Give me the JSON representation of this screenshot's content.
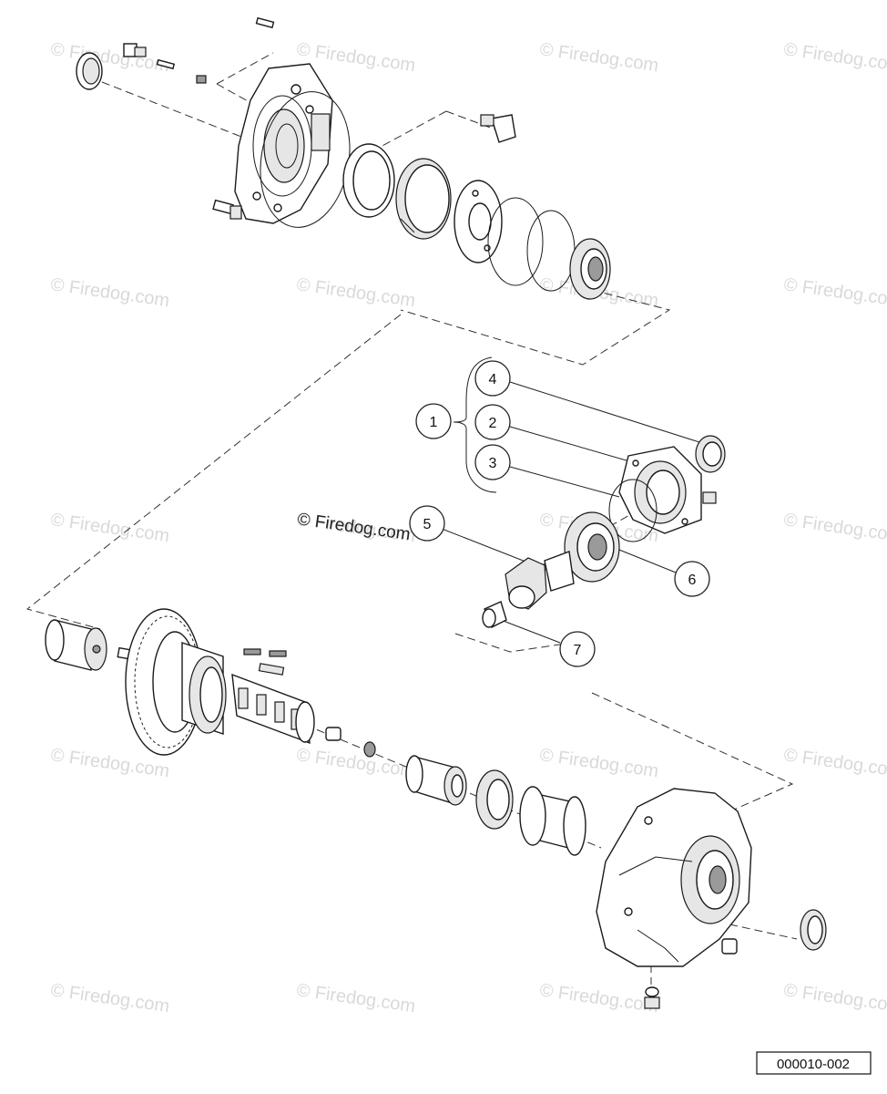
{
  "watermarks": {
    "text": "© Firedog.com",
    "color": "#d9d9d9",
    "repeated": [
      "© Firedog.com",
      "© Firedog.com",
      "© Firedog.com",
      "© Firedog.com",
      "© Firedog.com",
      "© Firedog.com",
      "© Firedog.com",
      "© Firedog.com",
      "© Firedog.com",
      "© Firedog.com",
      "© Firedog.com",
      "© Firedog.com",
      "© Firedog.com",
      "© Firedog.com",
      "© Firedog.com",
      "© Firedog.com",
      "© Firedog.com",
      "© Firedog.com",
      "© Firedog.com",
      "© Firedog.com"
    ]
  },
  "main_watermark": "© Firedog.com",
  "callouts": {
    "c1": "1",
    "c2": "2",
    "c3": "3",
    "c4": "4",
    "c5": "5",
    "c6": "6",
    "c7": "7"
  },
  "reference_code": "000010-002"
}
